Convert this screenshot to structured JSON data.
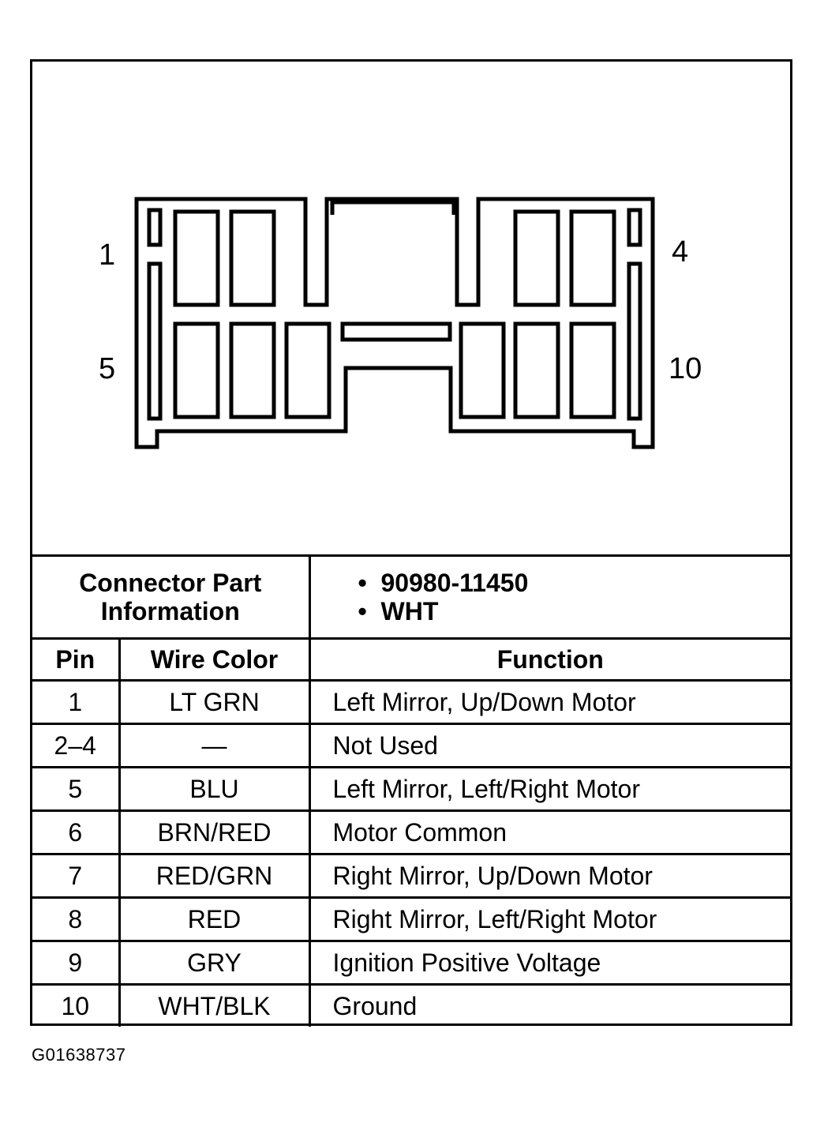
{
  "connector": {
    "pin_labels": {
      "top_left": "1",
      "top_right": "4",
      "bottom_left": "5",
      "bottom_right": "10"
    }
  },
  "part_info": {
    "label_line1": "Connector Part",
    "label_line2": "Information",
    "values": [
      "90980-11450",
      "WHT"
    ]
  },
  "table": {
    "headers": {
      "pin": "Pin",
      "wire_color": "Wire Color",
      "function": "Function"
    },
    "rows": [
      {
        "pin": "1",
        "wire_color": "LT GRN",
        "function": "Left Mirror, Up/Down Motor"
      },
      {
        "pin": "2–4",
        "wire_color": "—",
        "function": "Not Used"
      },
      {
        "pin": "5",
        "wire_color": "BLU",
        "function": "Left Mirror, Left/Right Motor"
      },
      {
        "pin": "6",
        "wire_color": "BRN/RED",
        "function": "Motor Common"
      },
      {
        "pin": "7",
        "wire_color": "RED/GRN",
        "function": "Right Mirror, Up/Down Motor"
      },
      {
        "pin": "8",
        "wire_color": "RED",
        "function": "Right Mirror, Left/Right Motor"
      },
      {
        "pin": "9",
        "wire_color": "GRY",
        "function": "Ignition Positive Voltage"
      },
      {
        "pin": "10",
        "wire_color": "WHT/BLK",
        "function": "Ground"
      }
    ]
  },
  "figure_id": "G01638737"
}
